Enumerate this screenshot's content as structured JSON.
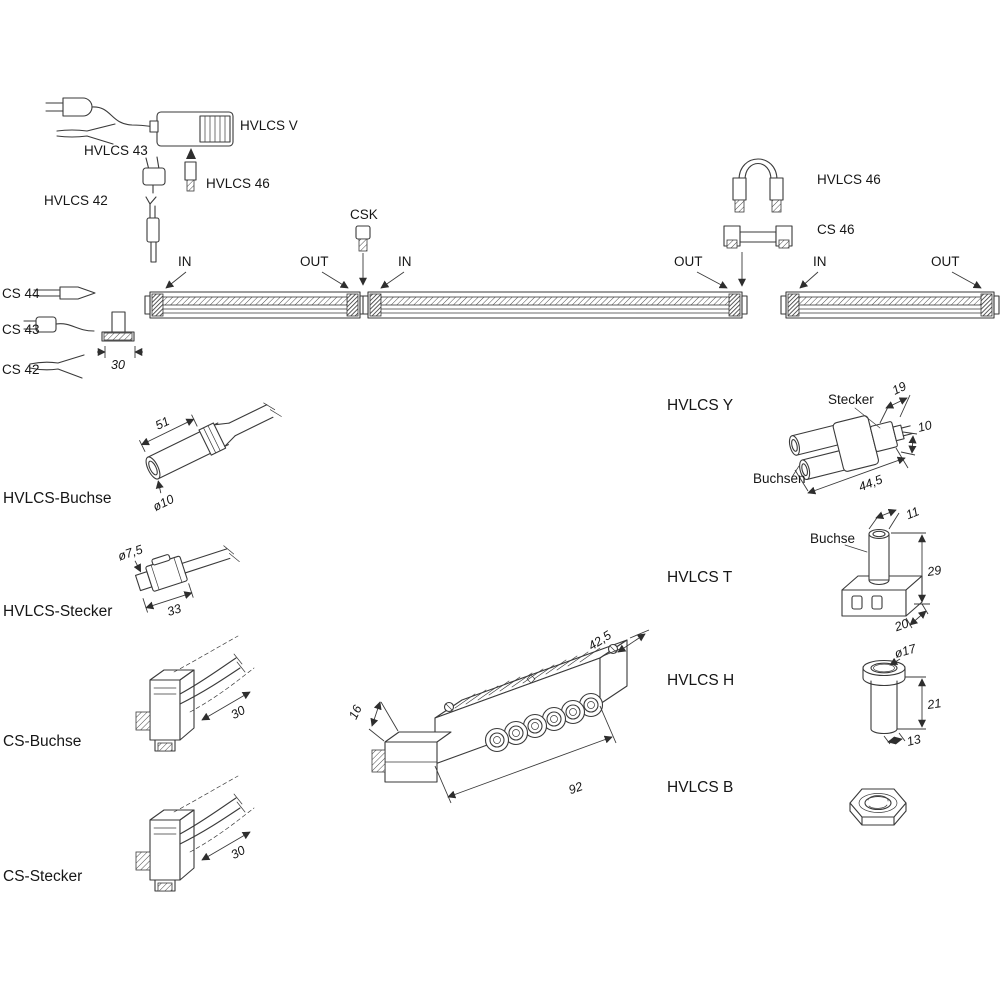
{
  "top": {
    "hvlcs_43": "HVLCS 43",
    "driver": "HVLCS V",
    "hvlcs_46": "HVLCS 46",
    "hvlcs_42": "HVLCS 42",
    "csk": "CSK",
    "jumper": "HVLCS 46",
    "cs_46": "CS 46",
    "in": "IN",
    "out": "OUT"
  },
  "side": {
    "cs_44": "CS 44",
    "cs_43": "CS 43",
    "cs_42": "CS 42",
    "dim_30": "30"
  },
  "parts_left": [
    {
      "name": "HVLCS-Buchse",
      "dim_length": "51",
      "dim_dia": "ø10"
    },
    {
      "name": "HVLCS-Stecker",
      "dim_dia": "ø7,5",
      "dim_length": "33"
    },
    {
      "name": "CS-Buchse",
      "dim_length": "30"
    },
    {
      "name": "CS-Stecker",
      "dim_length": "30"
    }
  ],
  "parts_right": [
    {
      "name": "HVLCS Y",
      "label_plug": "Stecker",
      "label_sockets": "Buchsen",
      "dim_a": "19",
      "dim_b": "10",
      "dim_c": "44,5"
    },
    {
      "name": "HVLCS T",
      "label_socket": "Buchse",
      "dim_a": "11",
      "dim_b": "29",
      "dim_c": "20"
    },
    {
      "name": "HVLCS H",
      "dim_a": "ø17",
      "dim_b": "21",
      "dim_c": "13"
    },
    {
      "name": "HVLCS B"
    }
  ],
  "distributor": {
    "dim_depth": "42,5",
    "dim_height": "16",
    "dim_length": "92"
  }
}
